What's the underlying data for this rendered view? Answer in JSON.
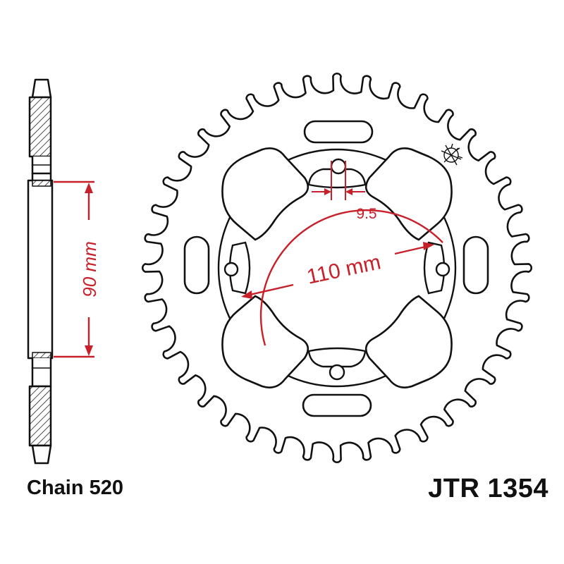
{
  "dimensions": {
    "pcd": "110 mm",
    "hub_height": "90 mm",
    "bolt_hole": "9.5"
  },
  "captions": {
    "chain": "Chain 520",
    "part_number": "JTR 1354"
  },
  "sprocket": {
    "teeth": 40
  },
  "colors": {
    "outline": "#111111",
    "dimension": "#c8202a",
    "background": "#ffffff"
  },
  "icons": [
    "logo-mark-icon"
  ]
}
